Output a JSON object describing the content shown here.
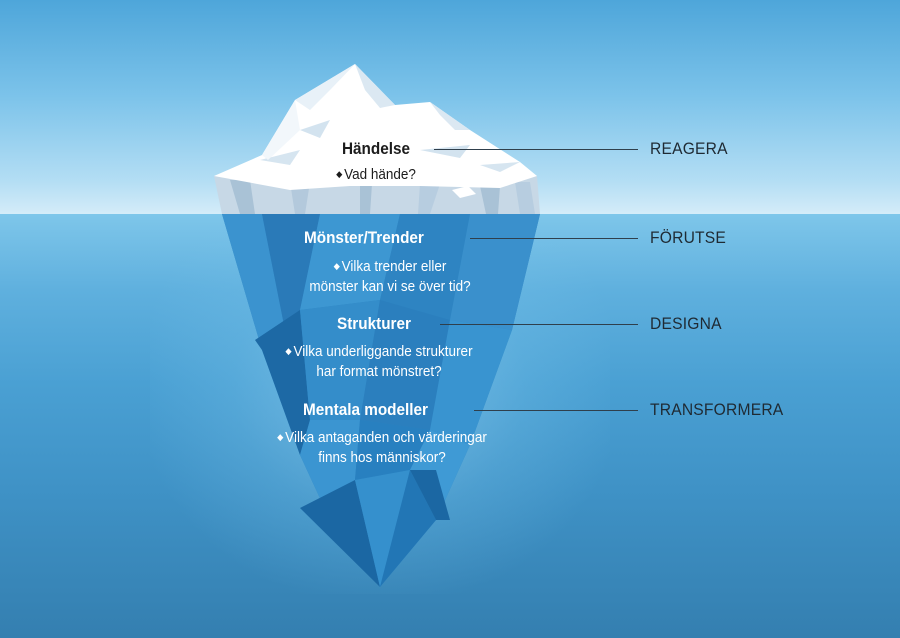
{
  "diagram": {
    "type": "iceberg-model",
    "colors": {
      "sky_top": "#4ea6da",
      "horizon": "#d4ecf9",
      "water_top": "#7ec6ea",
      "water_bottom": "#347fb0",
      "ice_white": "#ffffff",
      "ice_shadow": "#c9d9e6",
      "berg_under": "#2f86c3",
      "berg_dark": "#1b67a3",
      "text_dark": "#1c1c1c",
      "text_light": "#ffffff",
      "leader_line": "#2f3f4c"
    },
    "levels": [
      {
        "title": "Händelse",
        "question_lines": [
          "Vad hände?"
        ],
        "action": "REAGERA",
        "position": "above-water"
      },
      {
        "title": "Mönster/Trender",
        "question_lines": [
          "Vilka trender eller",
          "mönster kan vi se över tid?"
        ],
        "action": "FÖRUTSE",
        "position": "below-water"
      },
      {
        "title": "Strukturer",
        "question_lines": [
          "Vilka underliggande strukturer",
          "har format mönstret?"
        ],
        "action": "DESIGNA",
        "position": "below-water"
      },
      {
        "title": "Mentala modeller",
        "question_lines": [
          "Vilka antaganden och värderingar",
          "finns hos människor?"
        ],
        "action": "TRANSFORMERA",
        "position": "below-water"
      }
    ],
    "bullet_glyph": "◆"
  }
}
